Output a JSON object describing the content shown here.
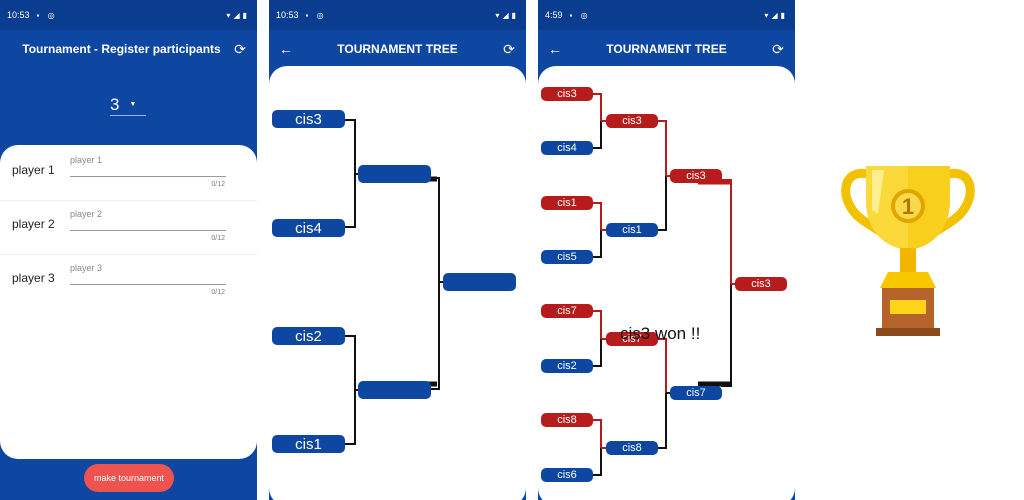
{
  "colors": {
    "primary": "#0d47a1",
    "winner": "#b71c1c",
    "button": "#ef5350"
  },
  "register": {
    "status": {
      "time": "10:53"
    },
    "title": "Tournament - Register participants",
    "count_value": "3",
    "players": [
      {
        "label": "player 1",
        "placeholder": "player 1",
        "counter": "0/12"
      },
      {
        "label": "player 2",
        "placeholder": "player 2",
        "counter": "0/12"
      },
      {
        "label": "player 3",
        "placeholder": "player 3",
        "counter": "0/12"
      }
    ],
    "make_button": "make tournament"
  },
  "tree_empty": {
    "status": {
      "time": "10:53"
    },
    "title": "TOURNAMENT TREE",
    "round1": [
      "cis3",
      "cis4",
      "cis2",
      "cis1"
    ]
  },
  "tree_done": {
    "status": {
      "time": "4:59"
    },
    "title": "TOURNAMENT TREE",
    "round1": [
      "cis3",
      "cis4",
      "cis1",
      "cis5",
      "cis7",
      "cis2",
      "cis8",
      "cis6"
    ],
    "round2": [
      "cis3",
      "cis1",
      "cis7",
      "cis8"
    ],
    "round3": [
      "cis3",
      "cis7"
    ],
    "final": "cis3",
    "winner_message": "cis3 won !!"
  },
  "trophy": {
    "rank": "1"
  }
}
